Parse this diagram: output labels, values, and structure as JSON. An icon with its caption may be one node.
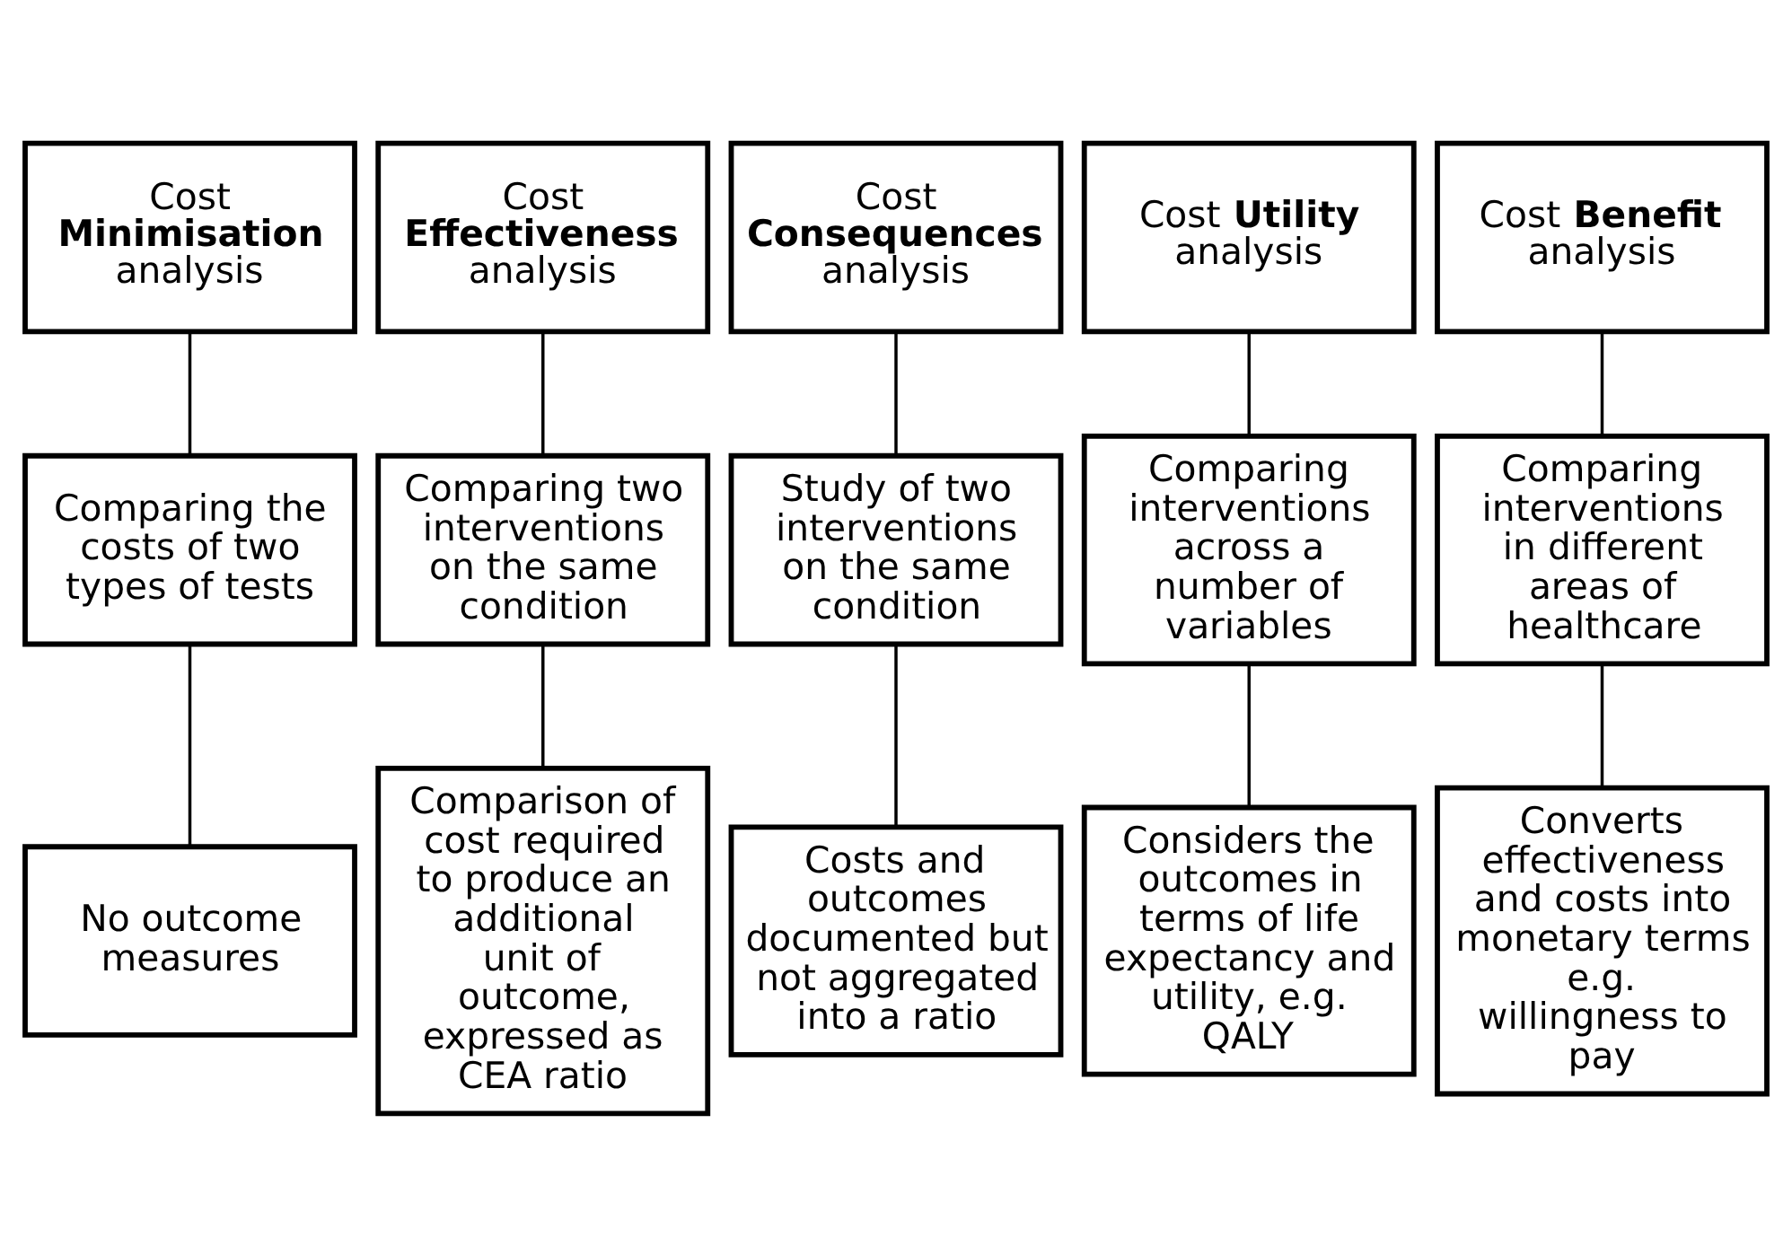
{
  "diagram": {
    "nodes": [
      {
        "text": [
          "Cost **Minimisation** analysis"
        ]
      },
      {
        "text": [
          "Cost **Effectiveness** analysis"
        ]
      },
      {
        "text": [
          "Cost **Consequences** analysis"
        ]
      },
      {
        "text": [
          "Cost **Utility** analysis"
        ]
      },
      {
        "text": [
          "Cost **Benefit** analysis"
        ]
      },
      {
        "text": [
          "Comparing the costs of two types of tests"
        ]
      },
      {
        "text": [
          "Comparing two interventions on the same condition"
        ]
      },
      {
        "text": [
          "Study of two interventions on the same condition"
        ]
      },
      {
        "text": [
          "Comparing interventions across a number of variables"
        ]
      },
      {
        "text": [
          "Comparing interventions in different areas of healthcare"
        ]
      },
      {
        "text": [
          "No outcome measures"
        ]
      },
      {
        "text": [
          "Comparison of cost required to produce an additional unit of outcome, expressed as CEA ratio"
        ]
      },
      {
        "text": [
          "Costs and outcomes documented but not aggregated into a ratio"
        ]
      },
      {
        "text": [
          "Considers the outcomes in terms of life expectancy and utility, e.g. QALY"
        ]
      },
      {
        "text": [
          "Converts effectiveness and costs into monetary terms e.g. willingness to pay"
        ]
      }
    ],
    "edges": [
      {
        "from": 0,
        "to": 5,
        "arrow": "none"
      },
      {
        "from": 1,
        "to": 6,
        "arrow": "none"
      },
      {
        "from": 2,
        "to": 7,
        "arrow": "none"
      },
      {
        "from": 3,
        "to": 8,
        "arrow": "none"
      },
      {
        "from": 4,
        "to": 9,
        "arrow": "none"
      },
      {
        "from": 5,
        "to": 10,
        "arrow": "none"
      },
      {
        "from": 6,
        "to": 11,
        "arrow": "none"
      },
      {
        "from": 7,
        "to": 12,
        "arrow": "none"
      },
      {
        "from": 8,
        "to": 13,
        "arrow": "none"
      },
      {
        "from": 9,
        "to": 14,
        "arrow": "none"
      }
    ]
  }
}
